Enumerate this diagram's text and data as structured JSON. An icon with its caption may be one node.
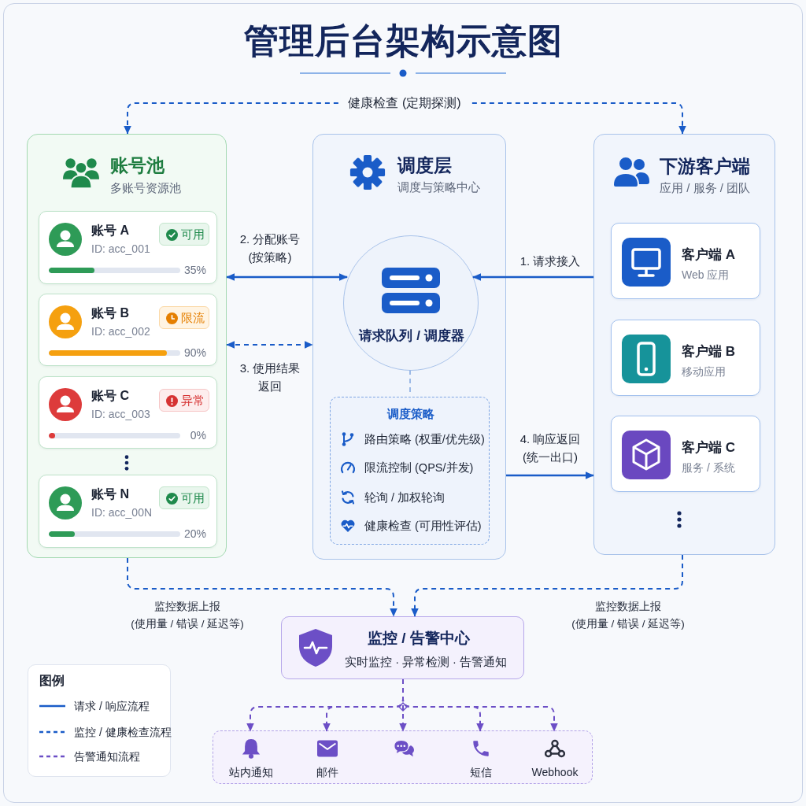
{
  "diagram": {
    "title": "管理后台架构示意图",
    "nodes": [
      {
        "text": [
          "账号池",
          "多账号资源池"
        ]
      },
      {
        "text": [
          "账号 A",
          "ID: acc_001",
          "35%"
        ],
        "in": 0
      },
      {
        "text": [
          "可用"
        ],
        "in": 1
      },
      {
        "text": [
          "账号 B",
          "ID: acc_002",
          "90%"
        ],
        "in": 0
      },
      {
        "text": [
          "限流"
        ],
        "in": 3
      },
      {
        "text": [
          "账号 C",
          "ID: acc_003",
          "0%"
        ],
        "in": 0
      },
      {
        "text": [
          "异常"
        ],
        "in": 5
      },
      {
        "text": [
          "账号 N",
          "ID: acc_00N",
          "20%"
        ],
        "in": 0
      },
      {
        "text": [
          "可用"
        ],
        "in": 7
      },
      {
        "text": [
          "调度层",
          "调度与策略中心"
        ]
      },
      {
        "text": [
          "请求队列 / 调度器"
        ],
        "in": 9
      },
      {
        "text": [
          "调度策略",
          "路由策略 (权重/优先级)",
          "限流控制 (QPS/并发)",
          "轮询 / 加权轮询",
          "健康检查 (可用性评估)"
        ],
        "in": 9
      },
      {
        "text": [
          "下游客户端",
          "应用 / 服务 / 团队"
        ]
      },
      {
        "text": [
          "客户端 A",
          "Web 应用"
        ],
        "in": 12
      },
      {
        "text": [
          "客户端 B",
          "移动应用"
        ],
        "in": 12
      },
      {
        "text": [
          "客户端 C",
          "服务 / 系统"
        ],
        "in": 12
      },
      {
        "text": [
          "监控 / 告警中心",
          "实时监控 · 异常检测 · 告警通知"
        ]
      },
      {
        "text": [],
        "shape": "box"
      },
      {
        "text": [
          "站内通知"
        ],
        "in": 17
      },
      {
        "text": [
          "邮件"
        ],
        "in": 17
      },
      {
        "text": [],
        "shape": "picture",
        "in": 17
      },
      {
        "text": [
          "短信"
        ],
        "in": 17
      },
      {
        "text": [
          "Webhook"
        ],
        "in": 17
      }
    ],
    "edges": [
      {
        "from": 0,
        "to": 12,
        "arrow": "both",
        "style": "dashed",
        "label": "健康检查 (定期探测)"
      },
      {
        "from": 12,
        "to": 10,
        "arrow": "to",
        "label": "1. 请求接入"
      },
      {
        "from": 0,
        "to": 10,
        "arrow": "both",
        "label": "2. 分配账号(按策略)"
      },
      {
        "from": 0,
        "to": 9,
        "arrow": "both",
        "style": "dashed",
        "label": "3. 使用结果返回"
      },
      {
        "from": 9,
        "to": 12,
        "arrow": "to",
        "label": "4. 响应返回(统一出口)"
      },
      {
        "from": 10,
        "to": 11,
        "arrow": "none",
        "style": "dashed",
        "color": "#9cb9e6"
      },
      {
        "from": 0,
        "to": 16,
        "arrow": "to",
        "style": "dashed",
        "label": "监控数据上报(使用量 / 错误 / 延迟等)"
      },
      {
        "from": 12,
        "to": 16,
        "arrow": "to",
        "style": "dashed",
        "label": "监控数据上报(使用量 / 错误 / 延迟等)"
      },
      {
        "from": 16,
        "to": 18,
        "arrow": "to",
        "style": "dashed",
        "color": "#6c4fc6"
      },
      {
        "from": 16,
        "to": 19,
        "arrow": "to",
        "style": "dashed",
        "color": "#6c4fc6"
      },
      {
        "from": 16,
        "to": 20,
        "arrow": "to",
        "style": "dashed",
        "color": "#6c4fc6"
      },
      {
        "from": 16,
        "to": 21,
        "arrow": "to",
        "style": "dashed",
        "color": "#6c4fc6"
      },
      {
        "from": 16,
        "to": 22,
        "arrow": "to",
        "style": "dashed",
        "color": "#6c4fc6"
      }
    ],
    "labels": [
      "图例"
    ],
    "legend": [
      {
        "text": "请求 / 响应流程"
      },
      {
        "text": "监控 / 健康检查流程"
      },
      {
        "text": "告警通知流程"
      }
    ]
  }
}
